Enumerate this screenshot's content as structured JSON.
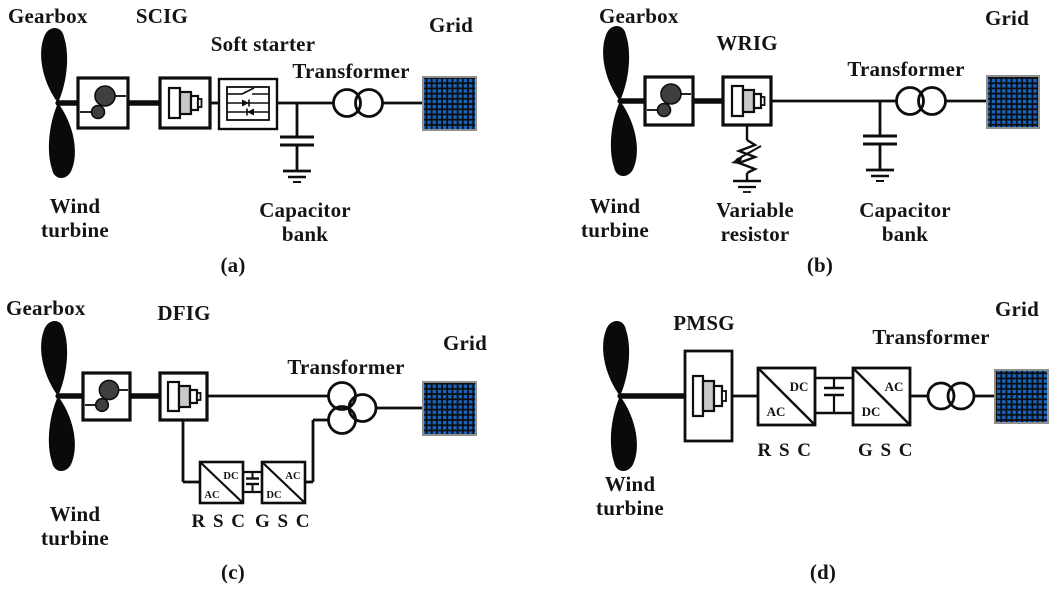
{
  "figure_type": "wind-turbine-generator-topologies",
  "colors": {
    "grid_blue": "#1565c0",
    "line": "#0d0d0d",
    "gear_fill": "#3f3f3f",
    "generator_fill": "#c9c9c9"
  },
  "panels": {
    "a": {
      "caption": "(a)",
      "labels": {
        "gearbox": "Gearbox",
        "generator": "SCIG",
        "soft_starter": "Soft starter",
        "transformer": "Transformer",
        "grid": "Grid",
        "wind_turbine": "Wind turbine",
        "capacitor_bank": "Capacitor bank"
      }
    },
    "b": {
      "caption": "(b)",
      "labels": {
        "gearbox": "Gearbox",
        "generator": "WRIG",
        "transformer": "Transformer",
        "grid": "Grid",
        "wind_turbine": "Wind turbine",
        "variable_resistor": "Variable resistor",
        "capacitor_bank": "Capacitor bank"
      }
    },
    "c": {
      "caption": "(c)",
      "labels": {
        "gearbox": "Gearbox",
        "generator": "DFIG",
        "transformer": "Transformer",
        "grid": "Grid",
        "wind_turbine": "Wind turbine",
        "rsc": "R S C",
        "gsc": "G S C",
        "rsc_dc": "DC",
        "rsc_ac": "AC",
        "gsc_ac": "AC",
        "gsc_dc": "DC"
      }
    },
    "d": {
      "caption": "(d)",
      "labels": {
        "generator": "PMSG",
        "transformer": "Transformer",
        "grid": "Grid",
        "wind_turbine": "Wind turbine",
        "rsc": "R S C",
        "gsc": "G S C",
        "rsc_dc": "DC",
        "rsc_ac": "AC",
        "gsc_ac": "AC",
        "gsc_dc": "DC"
      }
    }
  }
}
